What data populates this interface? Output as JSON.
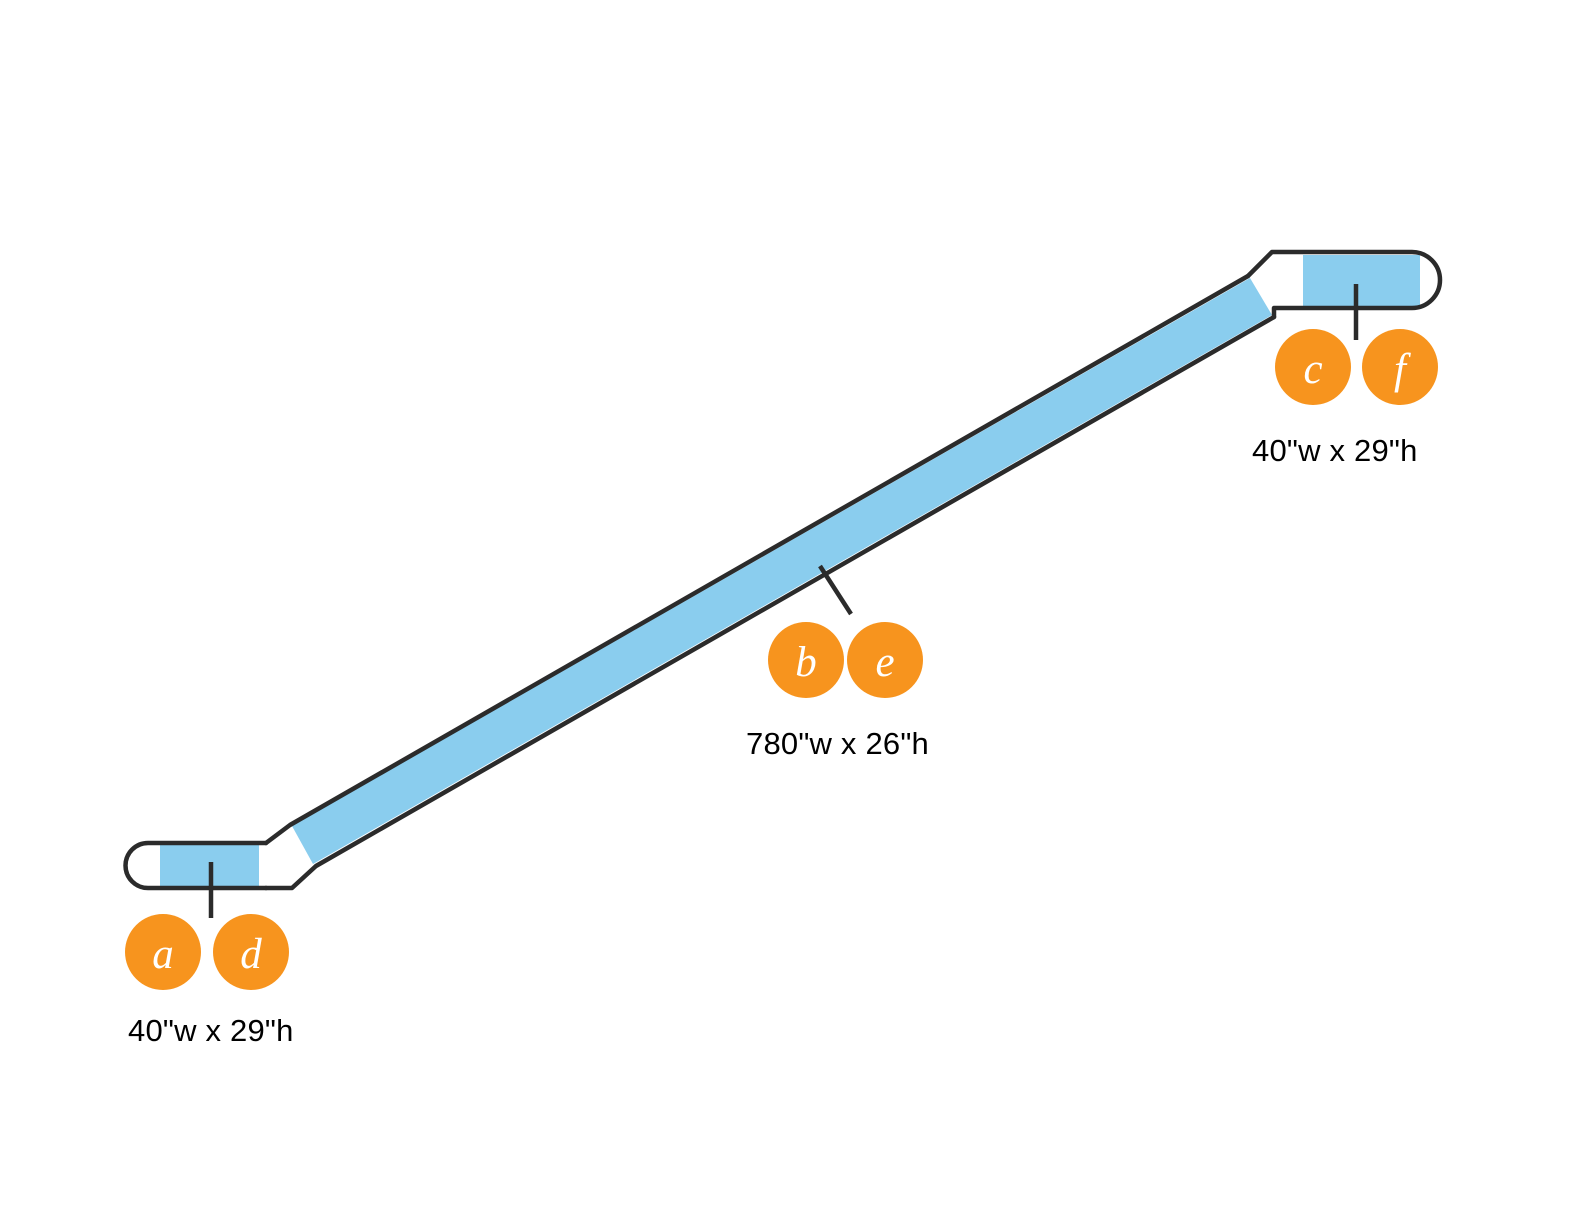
{
  "figure": {
    "type": "technical-elevation-diagram",
    "subject": "inclined walkway / ramp with two level landings",
    "background_color": "#ffffff"
  },
  "colors": {
    "panel_fill": "#8ACDEE",
    "outline": "#2b2b2b",
    "badge_fill": "#F7941E",
    "badge_text": "#ffffff",
    "caption_text": "#000000"
  },
  "sections": [
    {
      "id": "lower-landing",
      "badges": [
        "a",
        "d"
      ],
      "dimension": "40\"w x 29\"h",
      "caption_position": "below-left"
    },
    {
      "id": "incline-run",
      "badges": [
        "b",
        "e"
      ],
      "dimension": "780\"w x 26\"h",
      "caption_position": "below-center"
    },
    {
      "id": "upper-landing",
      "badges": [
        "c",
        "f"
      ],
      "dimension": "40\"w x 29\"h",
      "caption_position": "below-right"
    }
  ],
  "badges": {
    "a": {
      "label": "a"
    },
    "b": {
      "label": "b"
    },
    "c": {
      "label": "c"
    },
    "d": {
      "label": "d"
    },
    "e": {
      "label": "e"
    },
    "f": {
      "label": "f"
    }
  },
  "captions": {
    "lower": "40\"w x 29\"h",
    "middle": "780\"w x 26\"h",
    "upper": "40\"w x 29\"h"
  }
}
